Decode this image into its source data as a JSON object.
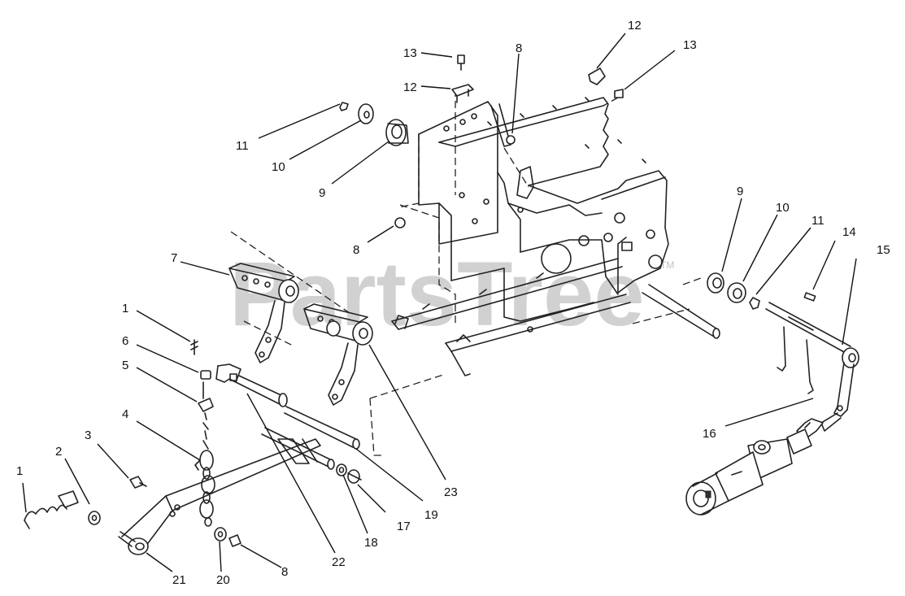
{
  "watermark": {
    "text": "PartsTree",
    "tm": "TM"
  },
  "callouts": [
    {
      "key": "c13a",
      "label": "13"
    },
    {
      "key": "c12a",
      "label": "12"
    },
    {
      "key": "c8a",
      "label": "8"
    },
    {
      "key": "c12b",
      "label": "12"
    },
    {
      "key": "c13b",
      "label": "13"
    },
    {
      "key": "c11a",
      "label": "11"
    },
    {
      "key": "c10a",
      "label": "10"
    },
    {
      "key": "c9a",
      "label": "9"
    },
    {
      "key": "c8b",
      "label": "8"
    },
    {
      "key": "c9b",
      "label": "9"
    },
    {
      "key": "c10b",
      "label": "10"
    },
    {
      "key": "c11b",
      "label": "11"
    },
    {
      "key": "c14",
      "label": "14"
    },
    {
      "key": "c15",
      "label": "15"
    },
    {
      "key": "c7",
      "label": "7"
    },
    {
      "key": "c1a",
      "label": "1"
    },
    {
      "key": "c6",
      "label": "6"
    },
    {
      "key": "c5",
      "label": "5"
    },
    {
      "key": "c4",
      "label": "4"
    },
    {
      "key": "c3",
      "label": "3"
    },
    {
      "key": "c2",
      "label": "2"
    },
    {
      "key": "c1b",
      "label": "1"
    },
    {
      "key": "c21",
      "label": "21"
    },
    {
      "key": "c20",
      "label": "20"
    },
    {
      "key": "c8c",
      "label": "8"
    },
    {
      "key": "c22",
      "label": "22"
    },
    {
      "key": "c18",
      "label": "18"
    },
    {
      "key": "c17",
      "label": "17"
    },
    {
      "key": "c19",
      "label": "19"
    },
    {
      "key": "c23",
      "label": "23"
    },
    {
      "key": "c16",
      "label": "16"
    }
  ]
}
